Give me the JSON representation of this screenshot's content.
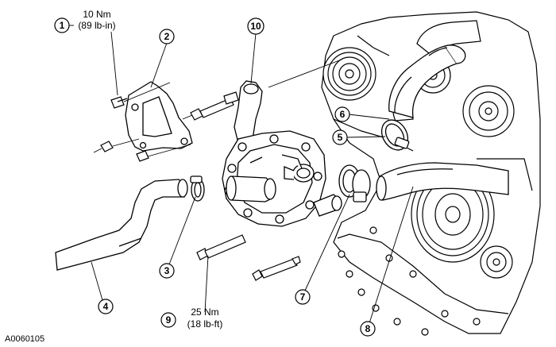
{
  "figure_id": "A0060105",
  "callouts": [
    {
      "id": "c1",
      "number": "1"
    },
    {
      "id": "c2",
      "number": "2"
    },
    {
      "id": "c3",
      "number": "3"
    },
    {
      "id": "c4",
      "number": "4"
    },
    {
      "id": "c5",
      "number": "5"
    },
    {
      "id": "c6",
      "number": "6"
    },
    {
      "id": "c7",
      "number": "7"
    },
    {
      "id": "c8",
      "number": "8"
    },
    {
      "id": "c9",
      "number": "9"
    },
    {
      "id": "c10",
      "number": "10"
    }
  ],
  "torque": {
    "c1": {
      "line1": "10 Nm",
      "line2": "(89 lb-in)"
    },
    "c9": {
      "line1": "25 Nm",
      "line2": "(18 lb-ft)"
    }
  }
}
